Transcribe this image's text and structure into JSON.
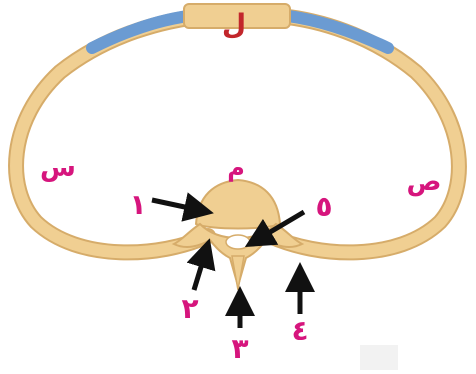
{
  "labels": {
    "top": "ل",
    "left": "س",
    "right": "ص",
    "center": "م",
    "n1": "١",
    "n2": "٢",
    "n3": "٣",
    "n4": "٤",
    "n5": "٥"
  },
  "colors": {
    "bone": "#f0cf92",
    "bone_outline": "#d6ac6a",
    "cartilage": "#6b9bd2",
    "label_pink": "#d6157d",
    "label_red": "#c2262b",
    "arrow": "#111111",
    "background": "#ffffff",
    "corner_patch": "#f2f2f2"
  }
}
